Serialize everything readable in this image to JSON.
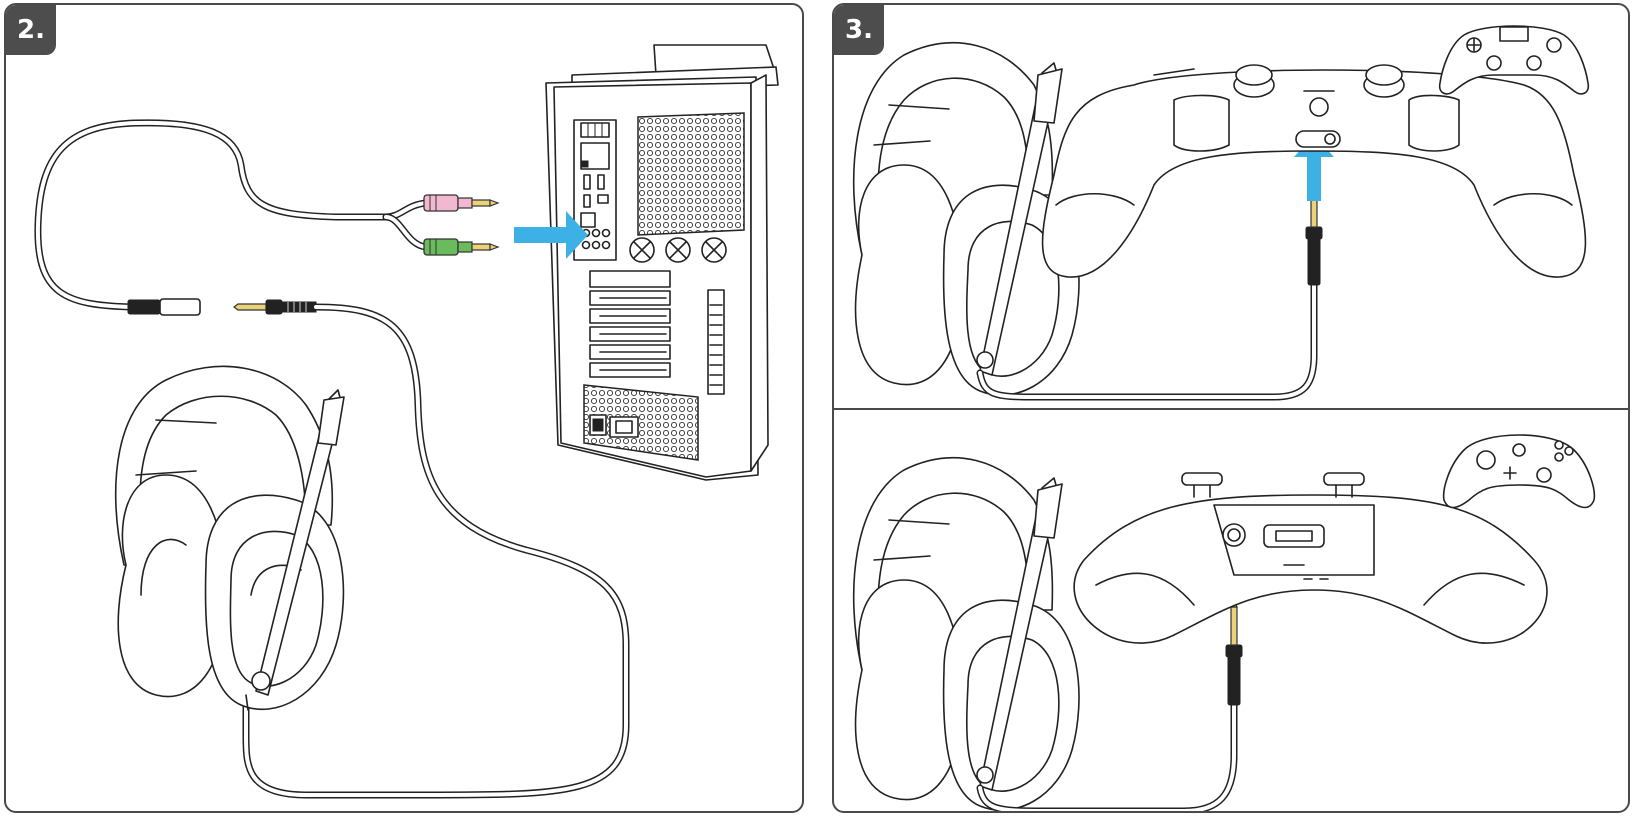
{
  "panels": [
    {
      "id": "panel-2",
      "label": "2."
    },
    {
      "id": "panel-3",
      "label": "3."
    }
  ],
  "colors": {
    "arrow": "#3db0e6",
    "mic_plug": "#f2b8cf",
    "audio_plug": "#69bb5c",
    "plug_tip": "#e9d27a",
    "badge": "#4d4d4d",
    "border": "#4a4a4a"
  },
  "icons": {
    "ps4_controller": "playstation-controller-icon",
    "xbox_controller": "xbox-controller-icon"
  }
}
